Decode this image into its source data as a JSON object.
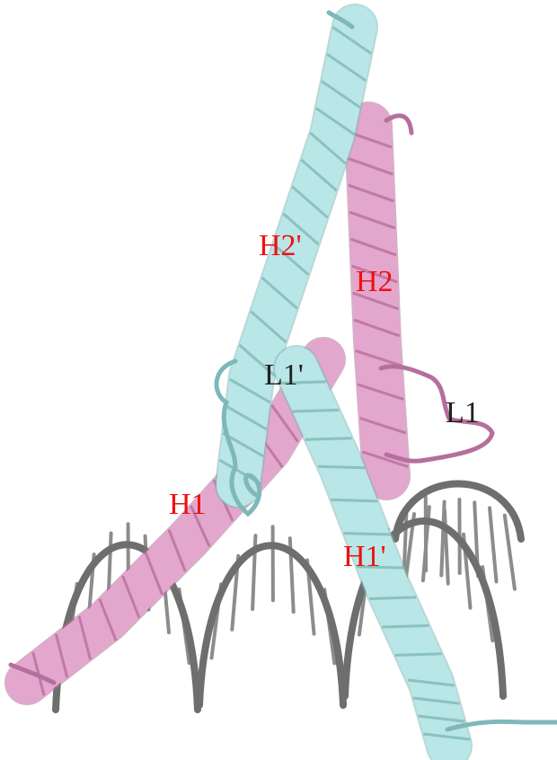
{
  "labels": {
    "h2_prime": "H2'",
    "h2": "H2",
    "l1_prime": "L1'",
    "l1": "L1",
    "h1": "H1",
    "h1_prime": "H1'"
  },
  "colors": {
    "chain_a": "#e3a6cc",
    "chain_a_dark": "#b56f9c",
    "chain_b": "#b9e6e6",
    "chain_b_dark": "#7fb8b8",
    "dna_backbone": "#6e6e6e",
    "dna_base": "#8c8c8c",
    "helix_label": "#ee1111",
    "loop_label": "#222222"
  }
}
